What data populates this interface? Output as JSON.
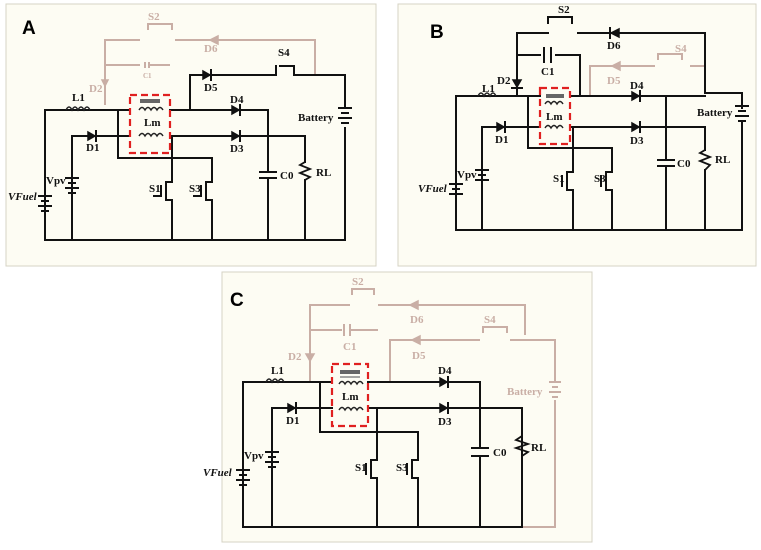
{
  "panels": [
    {
      "id": "A"
    },
    {
      "id": "B"
    },
    {
      "id": "C"
    }
  ],
  "labels": {
    "s1": "S1",
    "s2": "S2",
    "s3": "S3",
    "s4": "S4",
    "d1": "D1",
    "d2": "D2",
    "d3": "D3",
    "d4": "D4",
    "d5": "D5",
    "d6": "D6",
    "l1": "L1",
    "lm": "Lm",
    "c0": "C0",
    "c1": "C1",
    "rl": "RL",
    "vpv": "Vpv",
    "vfuel": "VFuel",
    "battery": "Battery"
  },
  "colors": {
    "active_wire": "#111111",
    "inactive_wire": "#c9aea5",
    "transformer_box": "#e02020",
    "panel_bg": "#fdfcf3"
  }
}
